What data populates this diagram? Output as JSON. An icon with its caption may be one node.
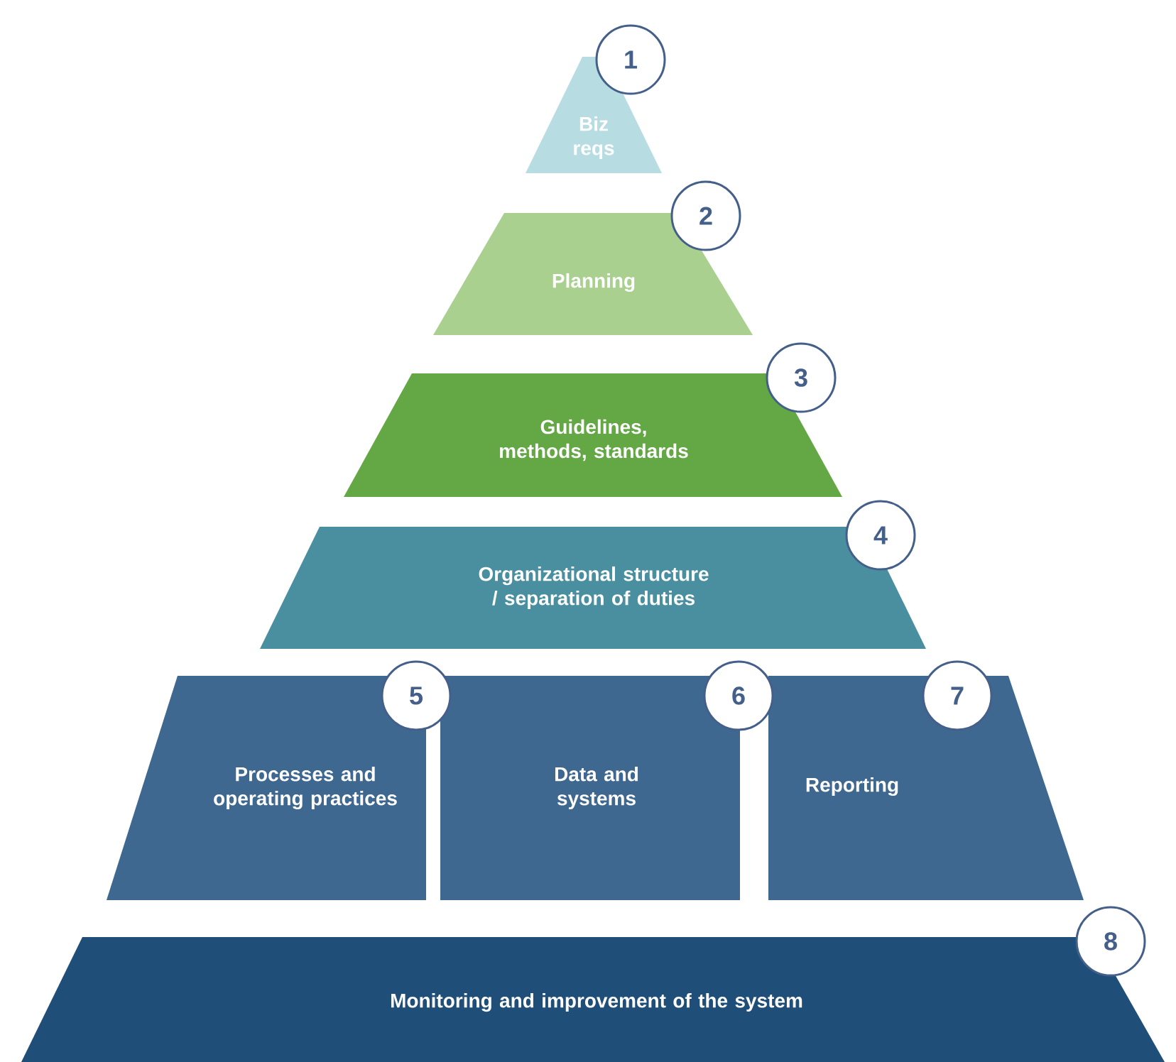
{
  "diagram": {
    "nodes": [
      {
        "text": [
          "Biz reqs"
        ]
      },
      {
        "text": [
          "Planning"
        ]
      },
      {
        "text": [
          "Guidelines, methods, standards"
        ]
      },
      {
        "text": [
          "Organizational structure / separation of duties"
        ]
      },
      {
        "text": [
          "Processes and operating practices"
        ]
      },
      {
        "text": [
          "Data and systems"
        ]
      },
      {
        "text": [
          "Reporting"
        ]
      },
      {
        "text": [
          "Monitoring and improvement of the system"
        ]
      }
    ],
    "labels": [
      "1",
      "2",
      "3",
      "4",
      "5",
      "6",
      "7",
      "8"
    ]
  }
}
